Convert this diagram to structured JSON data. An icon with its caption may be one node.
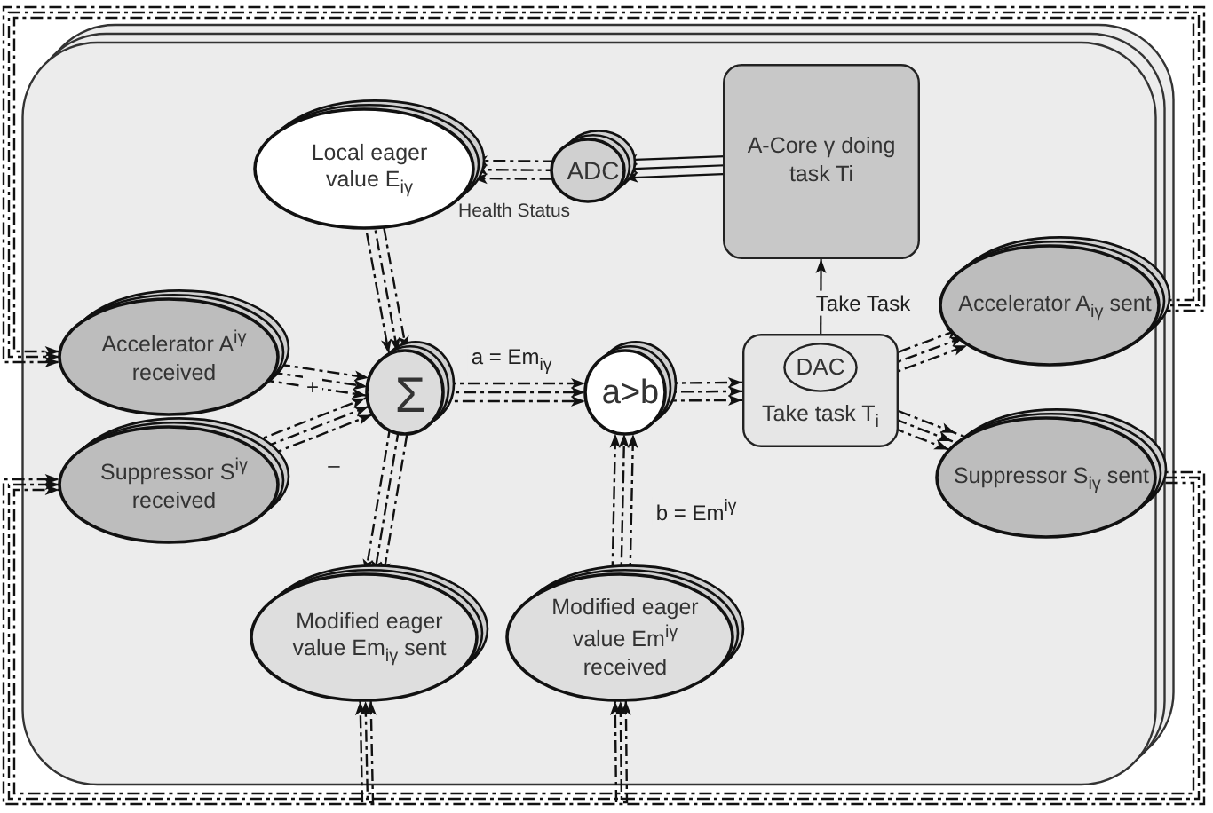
{
  "diagram": {
    "nodes": [
      {
        "text": [],
        "shape": "box"
      },
      {
        "text": [
          "Local eager value E$_{iγ}$"
        ],
        "in": 0
      },
      {
        "text": [
          "ADC"
        ],
        "in": 0,
        "beside": [
          "Health Status"
        ]
      },
      {
        "text": [
          "A-Core γ doing task Ti"
        ],
        "in": 0
      },
      {
        "text": [
          "Accelerator A$^{iγ}$ received"
        ],
        "in": 0
      },
      {
        "text": [
          "Σ"
        ],
        "in": 0
      },
      {
        "text": [
          "a>b"
        ],
        "in": 0
      },
      {
        "text": [
          "Take task T$_{i}$"
        ],
        "in": 0
      },
      {
        "text": [
          "DAC"
        ],
        "in": 7
      },
      {
        "text": [
          "Accelerator A$_{iγ}$ sent"
        ],
        "in": 0
      },
      {
        "text": [
          "Suppressor S$^{iγ}$ received"
        ],
        "in": 0
      },
      {
        "text": [
          "Suppressor S$_{iγ}$ sent"
        ],
        "in": 0
      },
      {
        "text": [
          "Modified eager value Em$_{iγ}$ sent"
        ],
        "in": 0
      },
      {
        "text": [
          "Modified eager value Em$^{iγ}$ received"
        ],
        "in": 0
      }
    ],
    "edges": [
      {
        "from": 2,
        "to": 1,
        "arrow": "to",
        "style": "dashed"
      },
      {
        "from": 3,
        "to": 2,
        "arrow": "to"
      },
      {
        "from": 1,
        "to": 5,
        "arrow": "to",
        "style": "dashed"
      },
      {
        "from": 4,
        "to": 5,
        "arrow": "to",
        "style": "dashed",
        "label": "+"
      },
      {
        "from": 10,
        "to": 5,
        "arrow": "to",
        "style": "dashed",
        "label": "–"
      },
      {
        "from": 5,
        "to": 6,
        "arrow": "to",
        "style": "dashed",
        "label": "a = Em$_{iγ}$"
      },
      {
        "from": 5,
        "to": 12,
        "arrow": "to",
        "style": "dashed"
      },
      {
        "from": 13,
        "to": 6,
        "arrow": "to",
        "style": "dashed",
        "label": "b = Em$^{iγ}$"
      },
      {
        "from": 6,
        "to": 7,
        "arrow": "to",
        "style": "dashed"
      },
      {
        "from": 7,
        "to": 3,
        "arrow": "to",
        "label": "Take Task"
      },
      {
        "from": 7,
        "to": 9,
        "arrow": "to",
        "style": "dashed"
      },
      {
        "from": 7,
        "to": 11,
        "arrow": "to",
        "style": "dashed"
      },
      {
        "from": 9,
        "to": 4,
        "arrow": "to",
        "style": "dashed"
      },
      {
        "from": 11,
        "to": 10,
        "arrow": "to",
        "style": "dashed"
      },
      {
        "from": null,
        "to": 12,
        "arrow": "to",
        "style": "dashed"
      },
      {
        "from": null,
        "to": 13,
        "arrow": "to",
        "style": "dashed"
      }
    ]
  }
}
